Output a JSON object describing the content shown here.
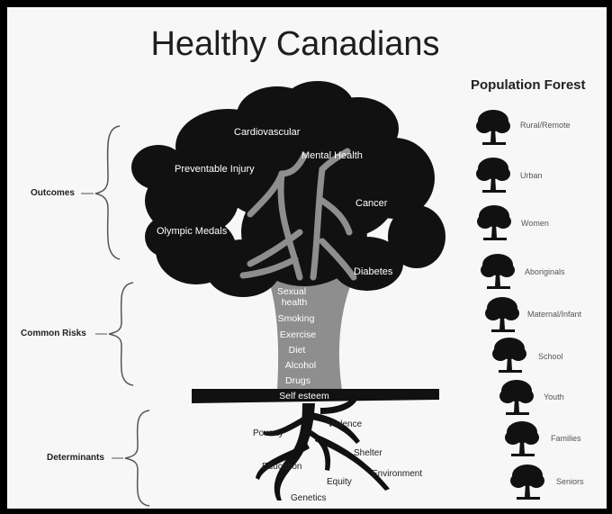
{
  "title": "Healthy Canadians",
  "population_forest": {
    "heading": "Population Forest",
    "items": [
      "Rural/Remote",
      "Urban",
      "Women",
      "Aboriginals",
      "Maternal/Infant",
      "School",
      "Youth",
      "Families",
      "Seniors"
    ]
  },
  "sections": {
    "outcomes": "Outcomes",
    "common_risks": "Common Risks",
    "determinants": "Determinants"
  },
  "outcomes": {
    "cardiovascular": "Cardiovascular",
    "preventable_injury": "Preventable Injury",
    "mental_health": "Mental Health",
    "cancer": "Cancer",
    "olympic_medals": "Olympic Medals",
    "diabetes": "Diabetes"
  },
  "risks": {
    "sexual": "Sexual",
    "health": "health",
    "smoking": "Smoking",
    "exercise": "Exercise",
    "diet": "Diet",
    "alcohol": "Alcohol",
    "drugs": "Drugs",
    "self_esteem": "Self esteem"
  },
  "determinants": {
    "poverty": "Poverty",
    "violence": "Violence",
    "shelter": "Shelter",
    "education": "Education",
    "environment": "Environment",
    "equity": "Equity",
    "genetics": "Genetics"
  },
  "colors": {
    "canopy": "#111111",
    "trunk": "#8e8e8e",
    "background": "#f7f7f7",
    "ink": "#1e1e1e"
  }
}
